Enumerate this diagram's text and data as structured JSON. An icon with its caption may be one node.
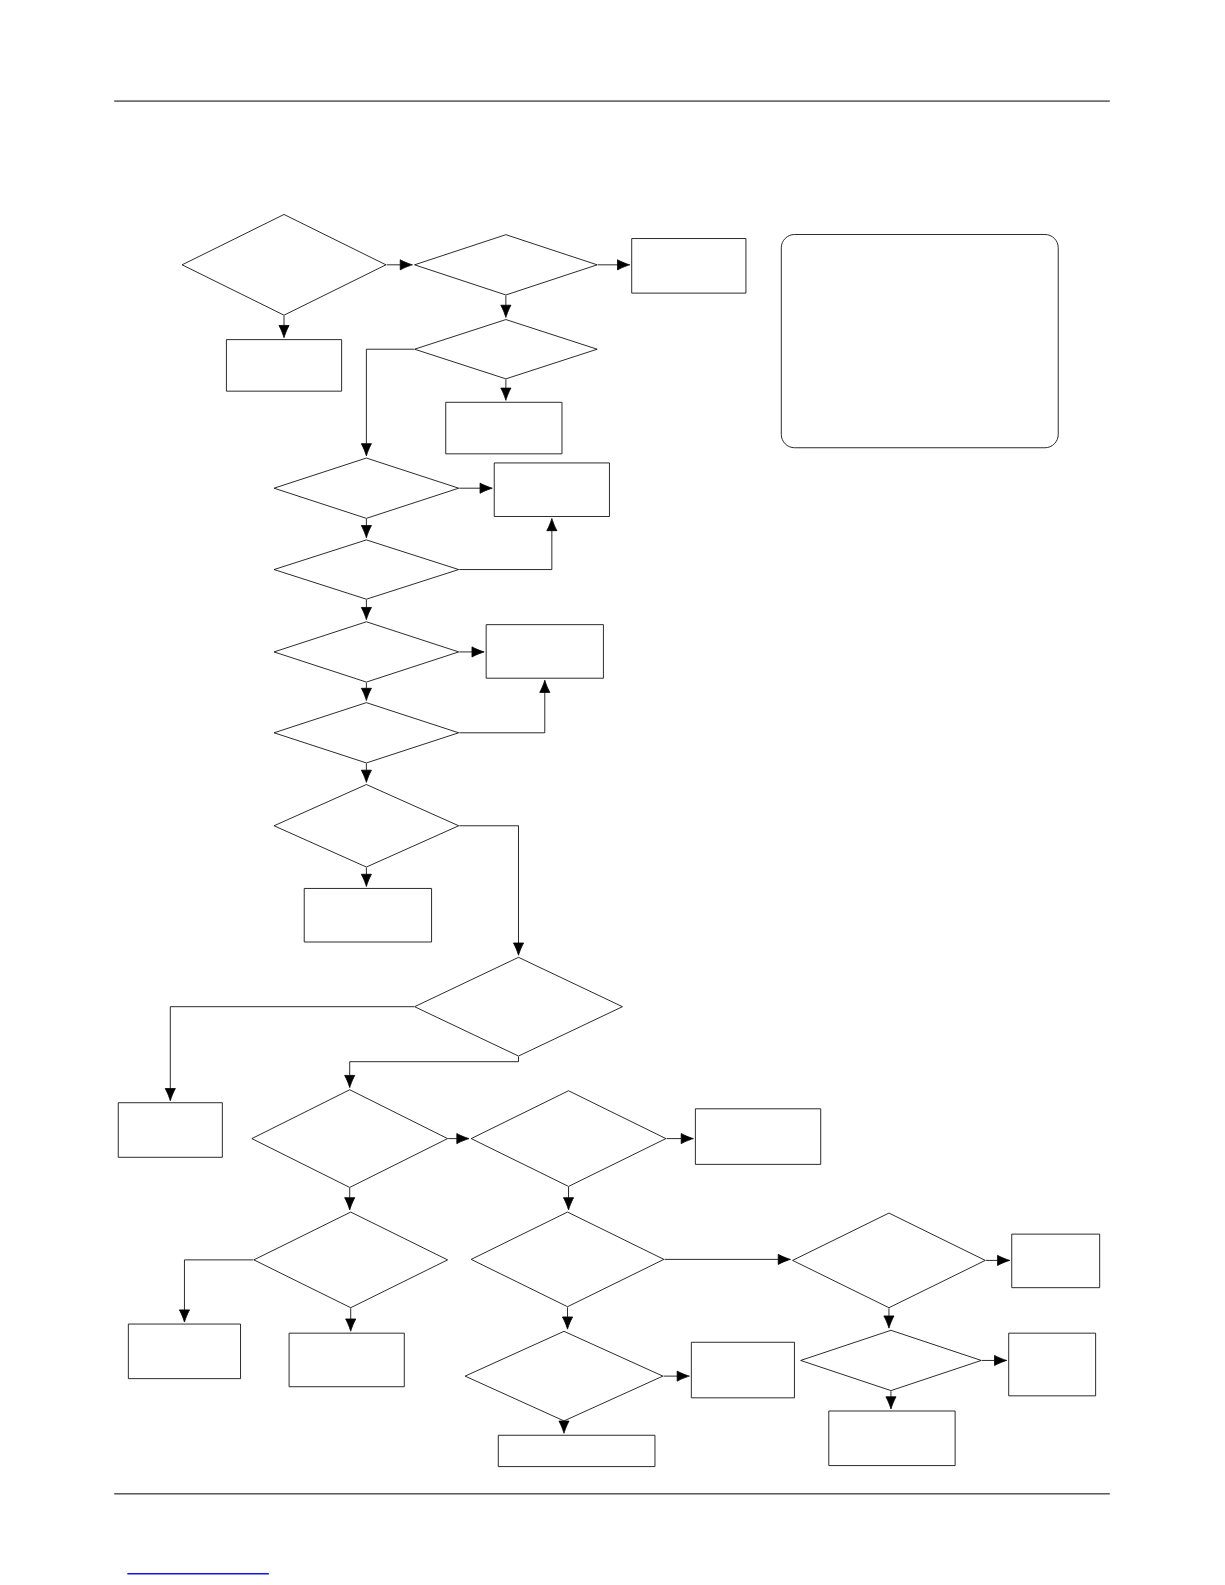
{
  "diagram": {
    "nodes": [
      {
        "text": [],
        "shape": "diamond"
      },
      {
        "text": [],
        "shape": "diamond"
      },
      {
        "text": [],
        "shape": "box"
      },
      {
        "text": [],
        "shape": "box"
      },
      {
        "text": [],
        "shape": "box"
      },
      {
        "text": [],
        "shape": "diamond"
      },
      {
        "text": [],
        "shape": "box"
      },
      {
        "text": [],
        "shape": "diamond"
      },
      {
        "text": [],
        "shape": "box"
      },
      {
        "text": [],
        "shape": "diamond"
      },
      {
        "text": [],
        "shape": "diamond"
      },
      {
        "text": [],
        "shape": "box"
      },
      {
        "text": [],
        "shape": "diamond"
      },
      {
        "text": [],
        "shape": "diamond"
      },
      {
        "text": [],
        "shape": "box"
      },
      {
        "text": [],
        "shape": "diamond"
      },
      {
        "text": [],
        "shape": "box"
      },
      {
        "text": [],
        "shape": "diamond"
      },
      {
        "text": [],
        "shape": "diamond"
      },
      {
        "text": [],
        "shape": "box"
      },
      {
        "text": [],
        "shape": "diamond"
      },
      {
        "text": [],
        "shape": "diamond"
      },
      {
        "text": [],
        "shape": "diamond"
      },
      {
        "text": [],
        "shape": "box"
      },
      {
        "text": [],
        "shape": "box"
      },
      {
        "text": [],
        "shape": "box"
      },
      {
        "text": [],
        "shape": "diamond"
      },
      {
        "text": [],
        "shape": "box"
      },
      {
        "text": [],
        "shape": "diamond"
      },
      {
        "text": [],
        "shape": "box"
      },
      {
        "text": [],
        "shape": "box"
      },
      {
        "text": [],
        "shape": "box"
      }
    ],
    "edges": [
      {
        "from": 0,
        "to": 1,
        "arrow": "to"
      },
      {
        "from": 0,
        "to": 4,
        "arrow": "to"
      },
      {
        "from": 1,
        "to": 2,
        "arrow": "to"
      },
      {
        "from": 1,
        "to": 5,
        "arrow": "to"
      },
      {
        "from": 5,
        "to": 7,
        "arrow": "to"
      },
      {
        "from": 5,
        "to": 6,
        "arrow": "to"
      },
      {
        "from": 7,
        "to": 8,
        "arrow": "to"
      },
      {
        "from": 7,
        "to": 9,
        "arrow": "to"
      },
      {
        "from": 9,
        "to": 8,
        "arrow": "to"
      },
      {
        "from": 9,
        "to": 10,
        "arrow": "to"
      },
      {
        "from": 10,
        "to": 11,
        "arrow": "to"
      },
      {
        "from": 10,
        "to": 12,
        "arrow": "to"
      },
      {
        "from": 12,
        "to": 11,
        "arrow": "to"
      },
      {
        "from": 12,
        "to": 13,
        "arrow": "to"
      },
      {
        "from": 13,
        "to": 14,
        "arrow": "to"
      },
      {
        "from": 13,
        "to": 15,
        "arrow": "to"
      },
      {
        "from": 15,
        "to": 16,
        "arrow": "to"
      },
      {
        "from": 15,
        "to": 17,
        "arrow": "to"
      },
      {
        "from": 17,
        "to": 18,
        "arrow": "to"
      },
      {
        "from": 17,
        "to": 20,
        "arrow": "to"
      },
      {
        "from": 18,
        "to": 19,
        "arrow": "to"
      },
      {
        "from": 18,
        "to": 21,
        "arrow": "to"
      },
      {
        "from": 20,
        "to": 24,
        "arrow": "to"
      },
      {
        "from": 20,
        "to": 25,
        "arrow": "to"
      },
      {
        "from": 21,
        "to": 22,
        "arrow": "to"
      },
      {
        "from": 21,
        "to": 26,
        "arrow": "to"
      },
      {
        "from": 22,
        "to": 23,
        "arrow": "to"
      },
      {
        "from": 22,
        "to": 28,
        "arrow": "to"
      },
      {
        "from": 26,
        "to": 27,
        "arrow": "to"
      },
      {
        "from": 26,
        "to": 30,
        "arrow": "to"
      },
      {
        "from": 28,
        "to": 29,
        "arrow": "to"
      },
      {
        "from": 28,
        "to": 31,
        "arrow": "to"
      }
    ]
  }
}
